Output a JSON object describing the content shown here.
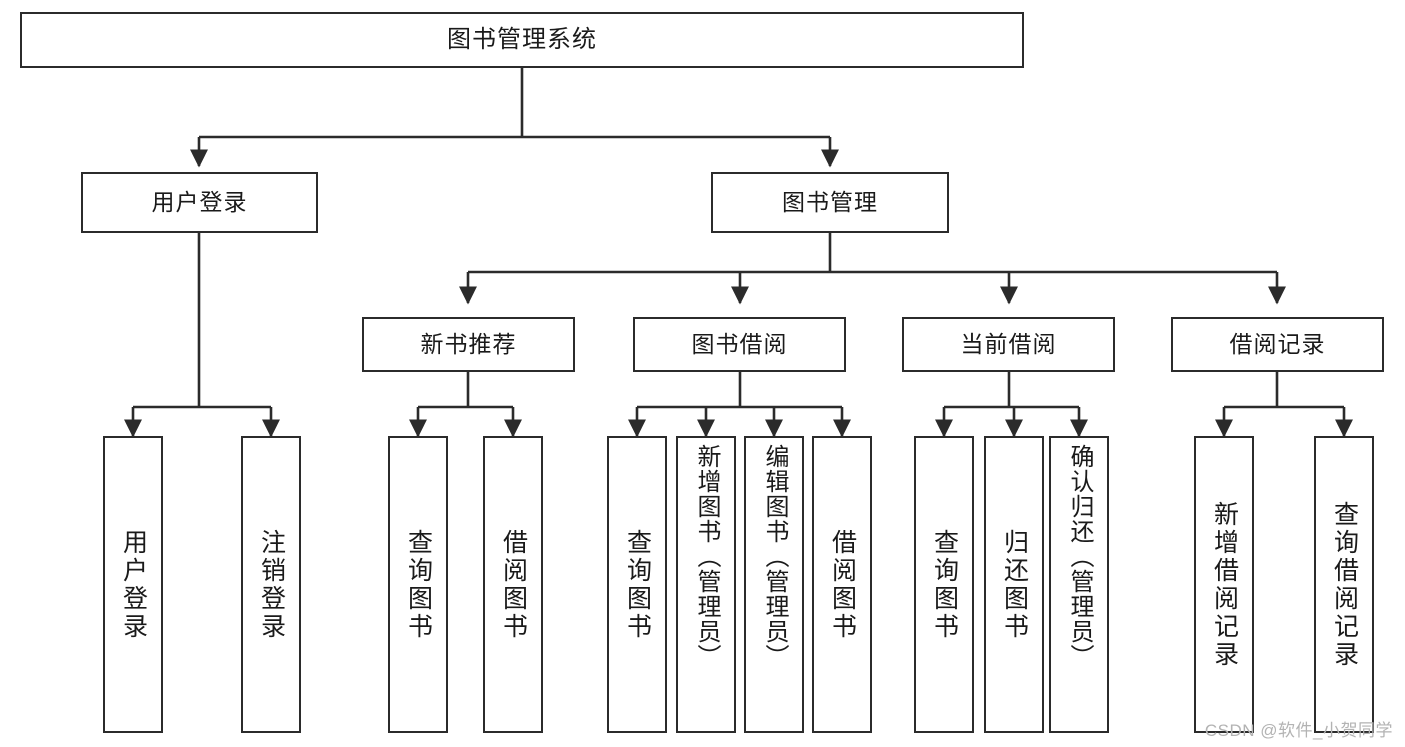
{
  "diagram": {
    "type": "tree",
    "title": "图书管理系统",
    "watermark": "CSDN @软件_小贺同学",
    "colors": {
      "stroke": "#2b2b2b",
      "fill": "#ffffff",
      "text": "#1a1a1a",
      "watermark": "#b3b3b3"
    },
    "levels": {
      "root": "图书管理系统",
      "level2": [
        "用户登录",
        "图书管理"
      ],
      "level3": [
        "新书推荐",
        "图书借阅",
        "当前借阅",
        "借阅记录"
      ]
    },
    "nodes": {
      "root": {
        "label": "图书管理系统"
      },
      "user_login": {
        "label": "用户登录"
      },
      "book_manage": {
        "label": "图书管理"
      },
      "new_book_rec": {
        "label": "新书推荐"
      },
      "book_borrow": {
        "label": "图书借阅"
      },
      "current_borrow": {
        "label": "当前借阅"
      },
      "borrow_record": {
        "label": "借阅记录"
      },
      "leaf_user_login": {
        "label": "用户登录"
      },
      "leaf_logout": {
        "label": "注销登录"
      },
      "leaf_query_book_a": {
        "label": "查询图书"
      },
      "leaf_borrow_book_a": {
        "label": "借阅图书"
      },
      "leaf_query_book_b": {
        "label": "查询图书"
      },
      "leaf_add_book": {
        "label": "新增图书（管理员）"
      },
      "leaf_edit_book": {
        "label": "编辑图书（管理员）"
      },
      "leaf_borrow_book_b": {
        "label": "借阅图书"
      },
      "leaf_query_book_c": {
        "label": "查询图书"
      },
      "leaf_return_book": {
        "label": "归还图书"
      },
      "leaf_confirm_return": {
        "label": "确认归还（管理员）"
      },
      "leaf_add_record": {
        "label": "新增借阅记录"
      },
      "leaf_query_record": {
        "label": "查询借阅记录"
      }
    },
    "edges": [
      {
        "from": "root",
        "to": "user_login"
      },
      {
        "from": "root",
        "to": "book_manage"
      },
      {
        "from": "user_login",
        "to": "leaf_user_login"
      },
      {
        "from": "user_login",
        "to": "leaf_logout"
      },
      {
        "from": "book_manage",
        "to": "new_book_rec"
      },
      {
        "from": "book_manage",
        "to": "book_borrow"
      },
      {
        "from": "book_manage",
        "to": "current_borrow"
      },
      {
        "from": "book_manage",
        "to": "borrow_record"
      },
      {
        "from": "new_book_rec",
        "to": "leaf_query_book_a"
      },
      {
        "from": "new_book_rec",
        "to": "leaf_borrow_book_a"
      },
      {
        "from": "book_borrow",
        "to": "leaf_query_book_b"
      },
      {
        "from": "book_borrow",
        "to": "leaf_add_book"
      },
      {
        "from": "book_borrow",
        "to": "leaf_edit_book"
      },
      {
        "from": "book_borrow",
        "to": "leaf_borrow_book_b"
      },
      {
        "from": "current_borrow",
        "to": "leaf_query_book_c"
      },
      {
        "from": "current_borrow",
        "to": "leaf_return_book"
      },
      {
        "from": "current_borrow",
        "to": "leaf_confirm_return"
      },
      {
        "from": "borrow_record",
        "to": "leaf_add_record"
      },
      {
        "from": "borrow_record",
        "to": "leaf_query_record"
      }
    ]
  }
}
